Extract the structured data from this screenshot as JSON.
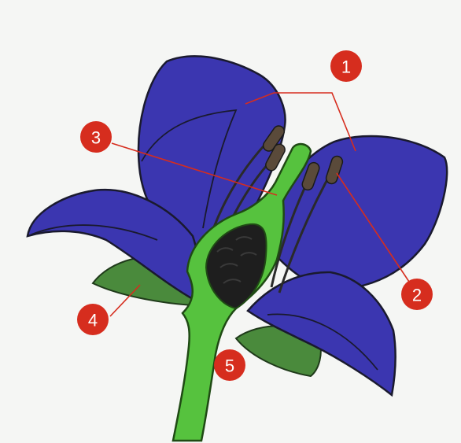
{
  "colors": {
    "petal": "#3b36b0",
    "petal_outline": "#1a1a2e",
    "sepal": "#4a8a3c",
    "stem": "#56c23e",
    "ovary_cavity": "#1e1e1e",
    "anther": "#5a4a3a",
    "badge": "#d62d1e",
    "leader": "#d62d1e"
  },
  "callouts": [
    {
      "id": "1",
      "label": "1"
    },
    {
      "id": "2",
      "label": "2"
    },
    {
      "id": "3",
      "label": "3"
    },
    {
      "id": "4",
      "label": "4"
    },
    {
      "id": "5",
      "label": "5"
    }
  ]
}
